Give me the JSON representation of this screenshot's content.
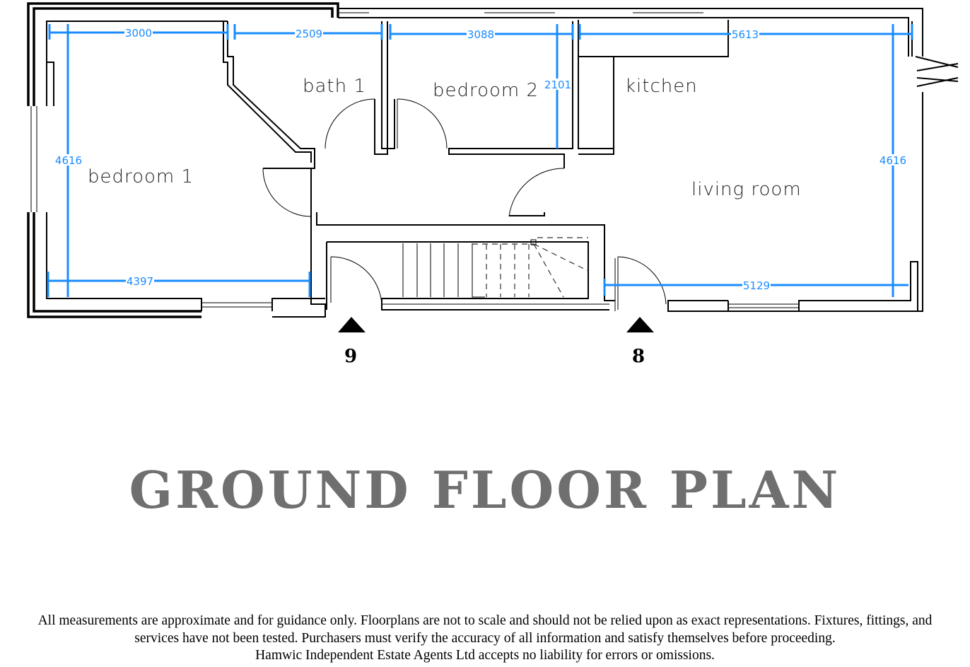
{
  "rooms": {
    "bedroom1": "bedroom 1",
    "bath1": "bath 1",
    "bedroom2": "bedroom 2",
    "kitchen": "kitchen",
    "living": "living room"
  },
  "dimensions": {
    "bedroom1_width": "3000",
    "bath1_width": "2509",
    "bedroom2_width": "3088",
    "kitchen_width": "5613",
    "bedroom1_depth": "4616",
    "bedroom2_depth": "2101",
    "living_depth": "4616",
    "bedroom1_bottom": "4397",
    "living_bottom": "5129"
  },
  "entrances": [
    "9",
    "8"
  ],
  "title": "GROUND FLOOR PLAN",
  "disclaimer": [
    "All measurements are approximate and for guidance only. Floorplans are not to scale and should not be relied upon as exact representations. Fixtures, fittings, and",
    "services have not been tested. Purchasers must verify the accuracy of all information and satisfy themselves before proceeding.",
    "Hamwic Independent Estate Agents Ltd accepts no liability for errors or omissions."
  ]
}
